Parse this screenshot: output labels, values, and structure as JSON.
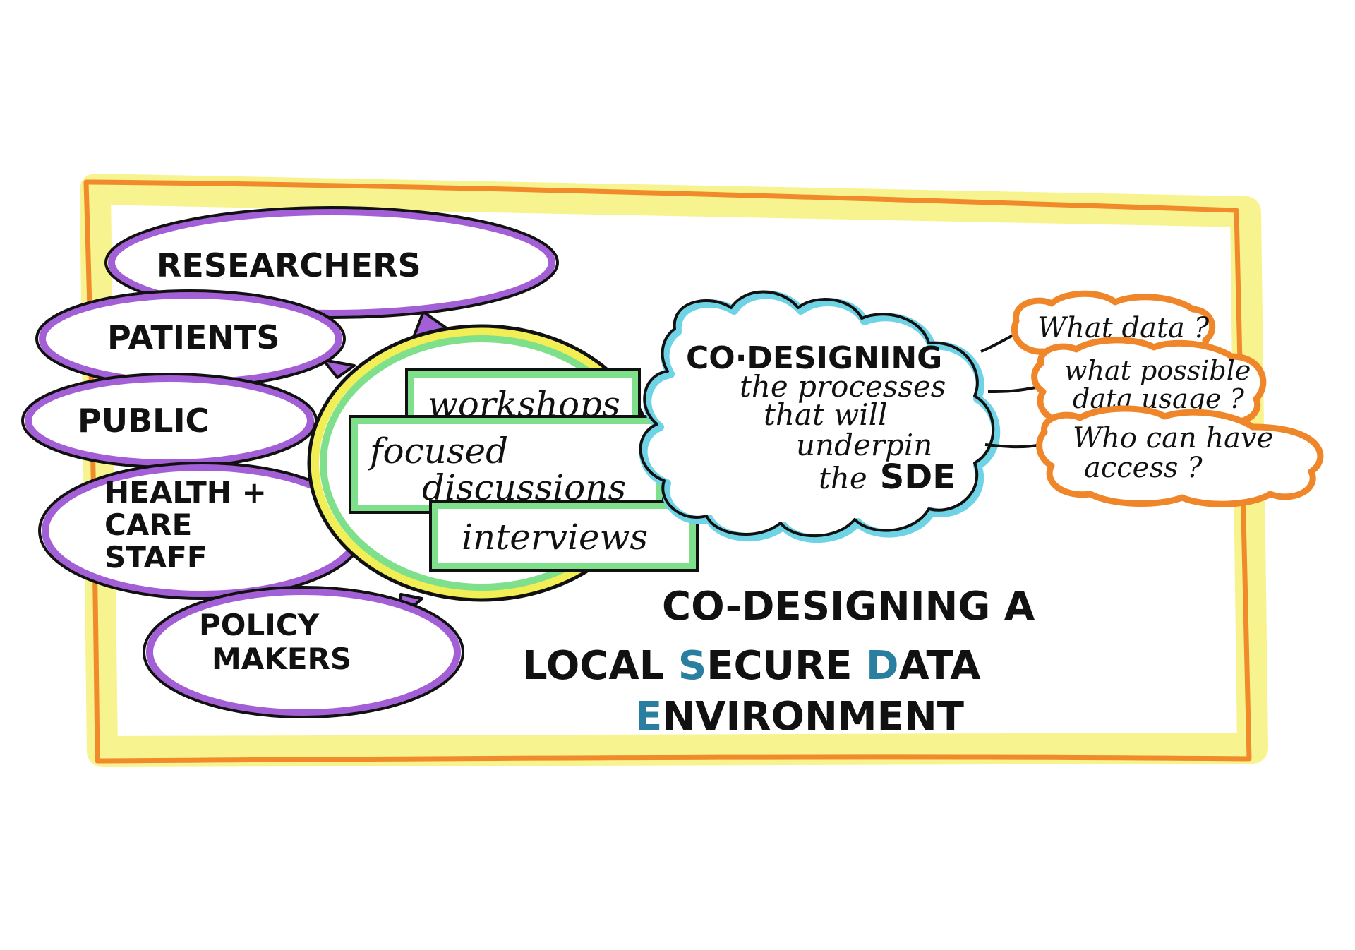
{
  "colors": {
    "frame_orange": "#f08a2a",
    "frame_yellow": "#f4f06a",
    "stakeholder_purple": "#a25fd6",
    "hub_green": "#7ee08a",
    "hub_yellow": "#f2ee55",
    "cloud_cyan": "#6fd3e6",
    "question_orange": "#f0862a",
    "ink": "#111111",
    "accent_teal": "#2a7fa0"
  },
  "stakeholders": [
    {
      "label": "RESEARCHERS"
    },
    {
      "label": "PATIENTS"
    },
    {
      "label": "PUBLIC"
    },
    {
      "lines": [
        "HEALTH +",
        "CARE",
        "STAFF"
      ]
    },
    {
      "lines": [
        "POLICY",
        "MAKERS"
      ]
    }
  ],
  "methods": {
    "workshops": "workshops",
    "focused_discussions": [
      "focused",
      "discussions"
    ],
    "interviews": "interviews"
  },
  "cloud": {
    "heading": "CO·DESIGNING",
    "lines": [
      "the processes",
      "that will",
      "underpin"
    ],
    "last_prefix": "the",
    "last_bold": "SDE"
  },
  "questions": [
    {
      "lines": [
        "What data ?"
      ]
    },
    {
      "lines": [
        "what possible",
        "data usage ?"
      ]
    },
    {
      "lines": [
        "Who can have",
        "access ?"
      ]
    }
  ],
  "title": {
    "line1": "CO-DESIGNING A",
    "line2_prefix": "LOCAL ",
    "line2_s": "S",
    "line2_mid": "ECURE ",
    "line2_d": "D",
    "line2_suffix": "ATA",
    "line3_e": "E",
    "line3_rest": "NVIRONMENT"
  }
}
